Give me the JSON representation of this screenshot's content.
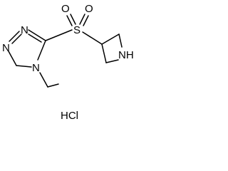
{
  "structure": {
    "atoms": {
      "o_left": "O",
      "o_right": "O",
      "sulfur": "S",
      "n1": "N",
      "n2": "N",
      "n4": "N",
      "nh": "NH"
    },
    "salt": "HCl"
  }
}
